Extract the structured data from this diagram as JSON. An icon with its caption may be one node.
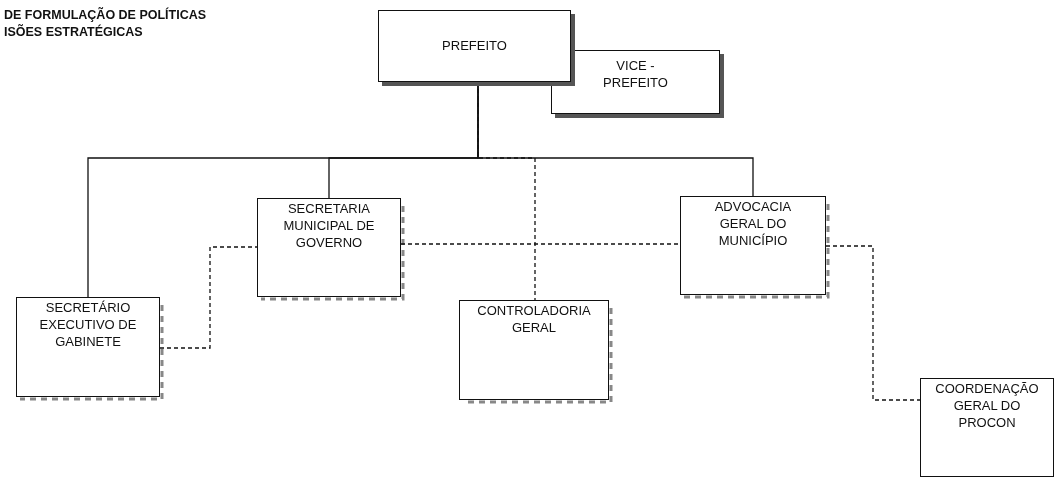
{
  "diagram": {
    "nodes": [
      {
        "text": [
          "PREFEITO"
        ]
      },
      {
        "text": [
          "VICE - PREFEITO"
        ]
      },
      {
        "text": [
          "SECRETARIA MUNICIPAL DE GOVERNO"
        ]
      },
      {
        "text": [
          "ADVOCACIA GERAL DO MUNICÍPIO"
        ]
      },
      {
        "text": [
          "SECRETÁRIO EXECUTIVO DE GABINETE"
        ]
      },
      {
        "text": [
          "CONTROLADORIA GERAL"
        ]
      },
      {
        "text": [
          "COORDENAÇÃO GERAL DO PROCON"
        ]
      }
    ],
    "edges": [
      {
        "from": 0,
        "to": 4,
        "arrow": "none"
      },
      {
        "from": 0,
        "to": 2,
        "arrow": "none"
      },
      {
        "from": 0,
        "to": 3,
        "arrow": "none"
      },
      {
        "from": 0,
        "to": 5,
        "arrow": "none",
        "style": "dashed"
      },
      {
        "from": 2,
        "to": 3,
        "arrow": "none",
        "style": "dashed"
      },
      {
        "from": 4,
        "to": 2,
        "arrow": "none",
        "style": "dashed"
      },
      {
        "from": 3,
        "to": 6,
        "arrow": "none",
        "style": "dashed"
      }
    ],
    "labels": [
      "DE FORMULAÇÃO DE POLÍTICAS",
      "ISÕES ESTRATÉGICAS"
    ]
  }
}
